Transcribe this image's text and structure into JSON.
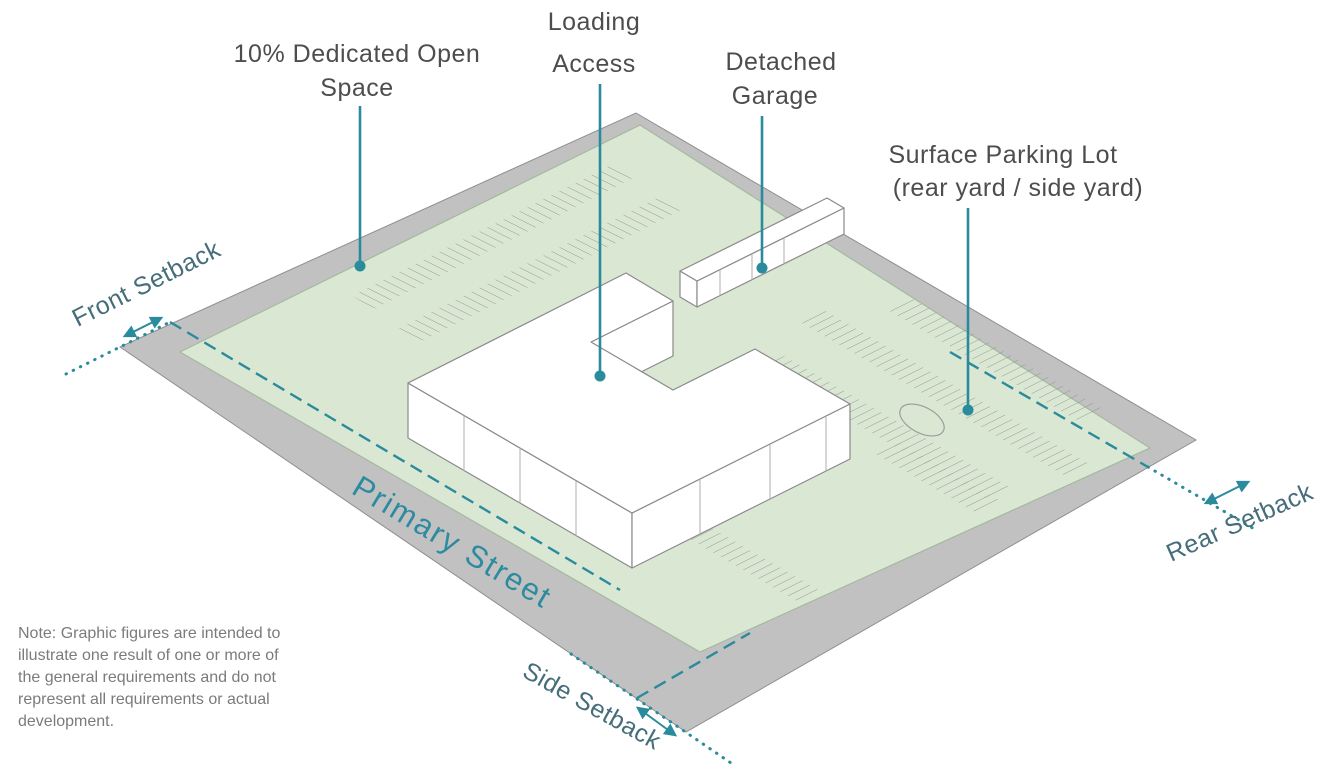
{
  "annotations": {
    "open_space": {
      "lines": [
        "10% Dedicated Open",
        "Space"
      ]
    },
    "loading_access": {
      "lines": [
        "Loading",
        "Access"
      ]
    },
    "detached_garage": {
      "lines": [
        "Detached",
        "Garage"
      ]
    },
    "surface_parking": {
      "lines": [
        "Surface Parking Lot",
        "(rear yard / side yard)"
      ]
    },
    "front_setback": {
      "label": "Front Setback"
    },
    "rear_setback": {
      "label": "Rear Setback"
    },
    "side_setback": {
      "label": "Side Setback"
    },
    "primary_street": {
      "label": "Primary Street"
    }
  },
  "note": {
    "lines": [
      "Note: Graphic figures are intended to",
      "illustrate one result of one or more of",
      "the general requirements and do not",
      "represent all requirements or actual",
      "development."
    ]
  },
  "colors": {
    "teal_accent": "#2a8b9d",
    "label_gray": "#4d4d4d",
    "setback_label_teal": "#456e7a",
    "street_gray": "#c1c1c1",
    "open_space_green": "#dae8d3",
    "building_white": "#ffffff",
    "stripe_gray": "#8f8f8f"
  }
}
